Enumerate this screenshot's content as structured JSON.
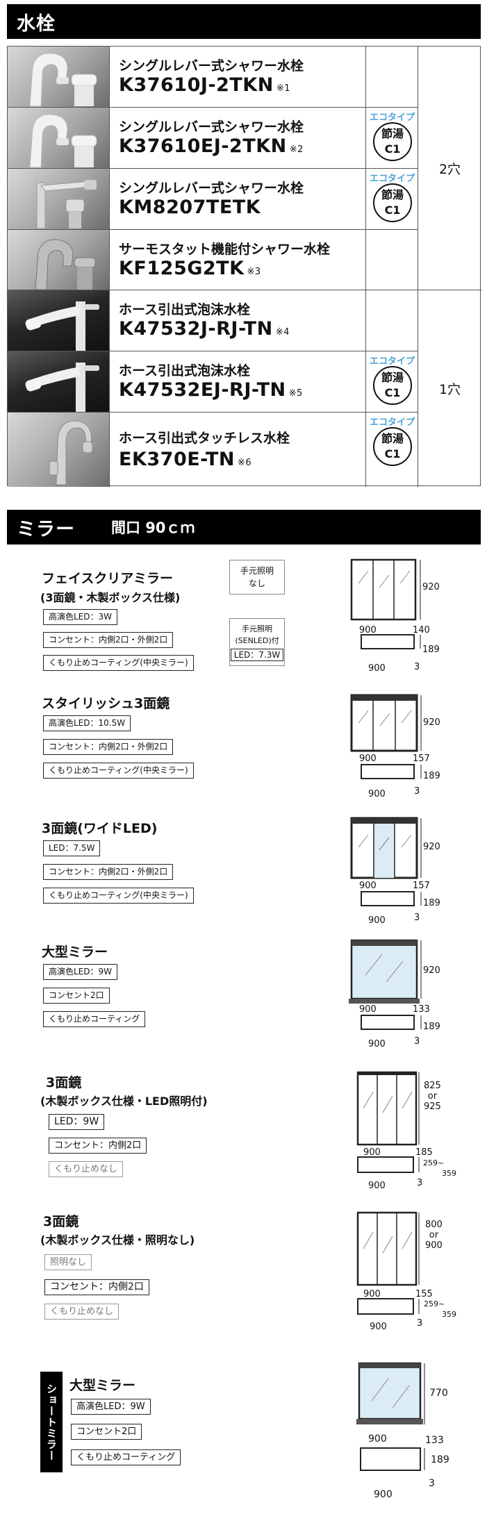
{
  "faucet_section": {
    "title": "水栓"
  },
  "faucets": [
    {
      "name": "シングルレバー式シャワー水栓",
      "model": "K37610J-2TKN",
      "note": "※1",
      "eco": "",
      "badge": []
    },
    {
      "name": "シングルレバー式シャワー水栓",
      "model": "K37610EJ-2TKN",
      "note": "※2",
      "eco": "エコタイプ",
      "badge": [
        "節湯",
        "C1"
      ]
    },
    {
      "name": "シングルレバー式シャワー水栓",
      "model": "KM8207TETK",
      "note": "",
      "eco": "エコタイプ",
      "badge": [
        "節湯",
        "C1"
      ]
    },
    {
      "name": "サーモスタット機能付シャワー水栓",
      "model": "KF125G2TK",
      "note": "※3",
      "eco": "",
      "badge": []
    },
    {
      "name": "ホース引出式泡沫水栓",
      "model": "K47532J-RJ-TN",
      "note": "※4",
      "eco": "",
      "badge": []
    },
    {
      "name": "ホース引出式泡沫水栓",
      "model": "K47532EJ-RJ-TN",
      "note": "※5",
      "eco": "エコタイプ",
      "badge": [
        "節湯",
        "C1"
      ]
    },
    {
      "name": "ホース引出式タッチレス水栓",
      "model": "EK370E-TN",
      "note": "※6",
      "eco": "エコタイプ",
      "badge": [
        "節湯",
        "C1"
      ]
    }
  ],
  "holes": {
    "two": "2穴",
    "one": "1穴"
  },
  "mirror_section": {
    "title": "ミラー",
    "width_label": "間口 90ｃｍ"
  },
  "lighting_options": {
    "none": [
      "手元照明",
      "なし"
    ],
    "with": [
      "手元照明",
      "(SENLED)付"
    ],
    "with_led": "LED：7.3W"
  },
  "short_mirror_tab": "ショートミラー",
  "mirrors": [
    {
      "title": "フェイスクリアミラー",
      "subtitle": "(3面鏡・木製ボックス仕様)",
      "specs": [
        "高演色LED：3W",
        "コンセント：内側2口・外側2口",
        "くもり止めコーティング(中央ミラー)"
      ],
      "dims": {
        "height": "920",
        "width": "900",
        "depth": "140",
        "shelf_width": "900",
        "shelf_h": "189",
        "shelf_d": "3"
      }
    },
    {
      "title": "スタイリッシュ3面鏡",
      "subtitle": "",
      "specs": [
        "高演色LED：10.5W",
        "コンセント：内側2口・外側2口",
        "くもり止めコーティング(中央ミラー)"
      ],
      "dims": {
        "height": "920",
        "width": "900",
        "depth": "157",
        "shelf_width": "900",
        "shelf_h": "189",
        "shelf_d": "3"
      }
    },
    {
      "title": "3面鏡(ワイドLED)",
      "subtitle": "",
      "specs": [
        "LED：7.5W",
        "コンセント：内側2口・外側2口",
        "くもり止めコーティング(中央ミラー)"
      ],
      "dims": {
        "height": "920",
        "width": "900",
        "depth": "157",
        "shelf_width": "900",
        "shelf_h": "189",
        "shelf_d": "3"
      }
    },
    {
      "title": "大型ミラー",
      "subtitle": "",
      "specs": [
        "高演色LED：9W",
        "コンセント2口",
        "くもり止めコーティング"
      ],
      "dims": {
        "height": "920",
        "width": "900",
        "depth": "133",
        "shelf_width": "900",
        "shelf_h": "189",
        "shelf_d": "3"
      }
    },
    {
      "title": "3面鏡",
      "subtitle": "(木製ボックス仕様・LED照明付)",
      "specs": [
        "LED：9W",
        "コンセント：内側2口",
        "くもり止めなし"
      ],
      "dims": {
        "height_a": "825",
        "height_or": "or",
        "height_b": "925",
        "width": "900",
        "depth": "185",
        "shelf_width": "900",
        "shelf_h": "259~",
        "shelf_h2": "359",
        "shelf_d": "3"
      }
    },
    {
      "title": "3面鏡",
      "subtitle": "(木製ボックス仕様・照明なし)",
      "specs": [
        "照明なし",
        "コンセント：内側2口",
        "くもり止めなし"
      ],
      "dims": {
        "height_a": "800",
        "height_or": "or",
        "height_b": "900",
        "width": "900",
        "depth": "155",
        "shelf_width": "900",
        "shelf_h": "259~",
        "shelf_h2": "359",
        "shelf_d": "3"
      }
    },
    {
      "title": "大型ミラー",
      "subtitle": "",
      "specs": [
        "高演色LED：9W",
        "コンセント2口",
        "くもり止めコーティング"
      ],
      "dims": {
        "height": "770",
        "width": "900",
        "depth": "133",
        "shelf_width": "900",
        "shelf_h": "189",
        "shelf_d": "3"
      }
    }
  ]
}
